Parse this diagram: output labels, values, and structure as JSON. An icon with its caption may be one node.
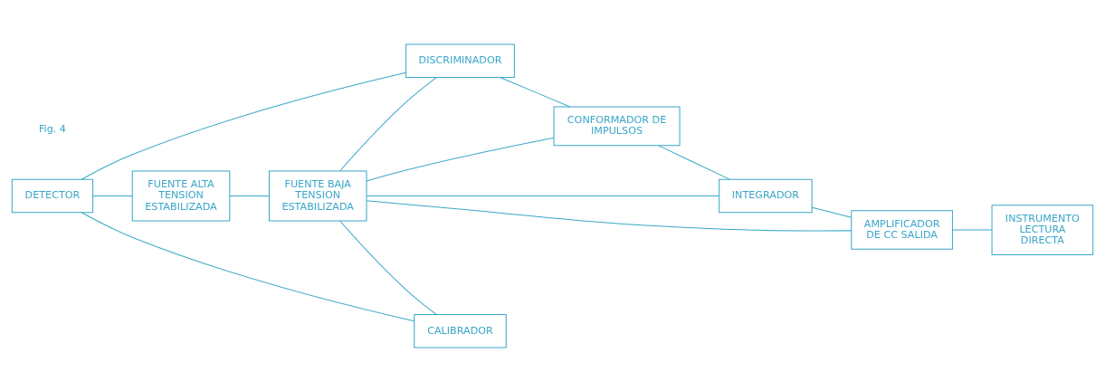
{
  "diagram": {
    "nodes": [
      {
        "text": [
          "DETECTOR"
        ]
      },
      {
        "text": [
          "DISCRIMINADOR"
        ]
      },
      {
        "text": [
          "CONFORMADOR DE IMPULSOS"
        ]
      },
      {
        "text": [
          "INTEGRADOR"
        ]
      },
      {
        "text": [
          "AMPLIFICADOR DE CC SALIDA"
        ]
      },
      {
        "text": [
          "INSTRUMENTO LECTURA DIRECTA"
        ]
      },
      {
        "text": [
          "CALIBRADOR"
        ]
      },
      {
        "text": [
          "FUENTE ALTA TENSION ESTABILIZADA"
        ]
      },
      {
        "text": [
          "FUENTE BAJA TENSION ESTABILIZADA"
        ]
      }
    ],
    "edges": [
      {
        "from": 0,
        "to": 1,
        "arrow": "none"
      },
      {
        "from": 1,
        "to": 2,
        "arrow": "none"
      },
      {
        "from": 2,
        "to": 3,
        "arrow": "none"
      },
      {
        "from": 3,
        "to": 4,
        "arrow": "none"
      },
      {
        "from": 4,
        "to": 5,
        "arrow": "none"
      },
      {
        "from": 0,
        "to": 6,
        "arrow": "none"
      },
      {
        "from": 0,
        "to": 7,
        "arrow": "none"
      },
      {
        "from": 7,
        "to": 8,
        "arrow": "none"
      },
      {
        "from": 8,
        "to": 1,
        "arrow": "none"
      },
      {
        "from": 8,
        "to": 2,
        "arrow": "none"
      },
      {
        "from": 8,
        "to": 3,
        "arrow": "none"
      },
      {
        "from": 8,
        "to": 4,
        "arrow": "none"
      },
      {
        "from": 8,
        "to": 6,
        "arrow": "none"
      }
    ],
    "labels": [
      "Fig. 4"
    ]
  }
}
